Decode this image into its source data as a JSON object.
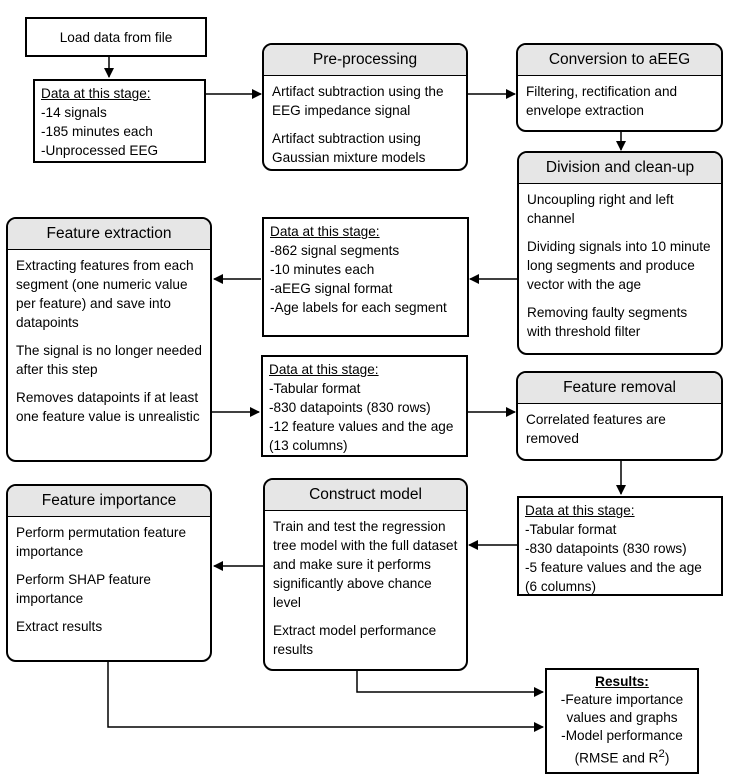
{
  "load": {
    "label": "Load data from file"
  },
  "data1": {
    "title": "Data at this stage:",
    "lines": [
      "-14 signals",
      "-185 minutes each",
      "-Unprocessed EEG"
    ]
  },
  "preprocessing": {
    "title": "Pre-processing",
    "items": [
      "Artifact subtraction using the EEG impedance signal",
      "Artifact subtraction using Gaussian mixture models"
    ]
  },
  "conversion": {
    "title": "Conversion to aEEG",
    "items": [
      "Filtering, rectification and envelope extraction"
    ]
  },
  "division": {
    "title": "Division and clean-up",
    "items": [
      "Uncoupling right and left channel",
      "Dividing signals into 10 minute long segments and produce vector with the age",
      "Removing faulty segments with threshold filter"
    ]
  },
  "data2": {
    "title": "Data at this stage:",
    "lines": [
      "-862 signal segments",
      "-10 minutes each",
      "-aEEG signal format",
      "-Age labels for each segment"
    ]
  },
  "extraction": {
    "title": "Feature extraction",
    "items": [
      "Extracting features from each segment (one numeric value per feature) and save into datapoints",
      "The signal is no longer needed after this step",
      "Removes datapoints if at least one feature value is unrealistic"
    ]
  },
  "data3": {
    "title": "Data at this stage:",
    "lines": [
      "-Tabular format",
      "-830 datapoints (830 rows)",
      "-12 feature values and the age (13 columns)"
    ]
  },
  "removal": {
    "title": "Feature removal",
    "items": [
      "Correlated features are removed"
    ]
  },
  "data4": {
    "title": "Data at this stage:",
    "lines": [
      "-Tabular format",
      "-830 datapoints (830 rows)",
      "-5 feature values and the age (6 columns)"
    ]
  },
  "construct": {
    "title": "Construct model",
    "items": [
      "Train and test the regression tree model with the full dataset and make sure it performs significantly above chance level",
      "Extract model performance results"
    ]
  },
  "importance": {
    "title": "Feature importance",
    "items": [
      "Perform permutation feature importance",
      "Perform SHAP feature importance",
      "Extract results"
    ]
  },
  "results": {
    "title": "Results:",
    "line1": "-Feature importance values and graphs",
    "line2": "-Model performance",
    "line3_pre": "(RMSE and R",
    "line3_sup": "2",
    "line3_post": ")"
  }
}
